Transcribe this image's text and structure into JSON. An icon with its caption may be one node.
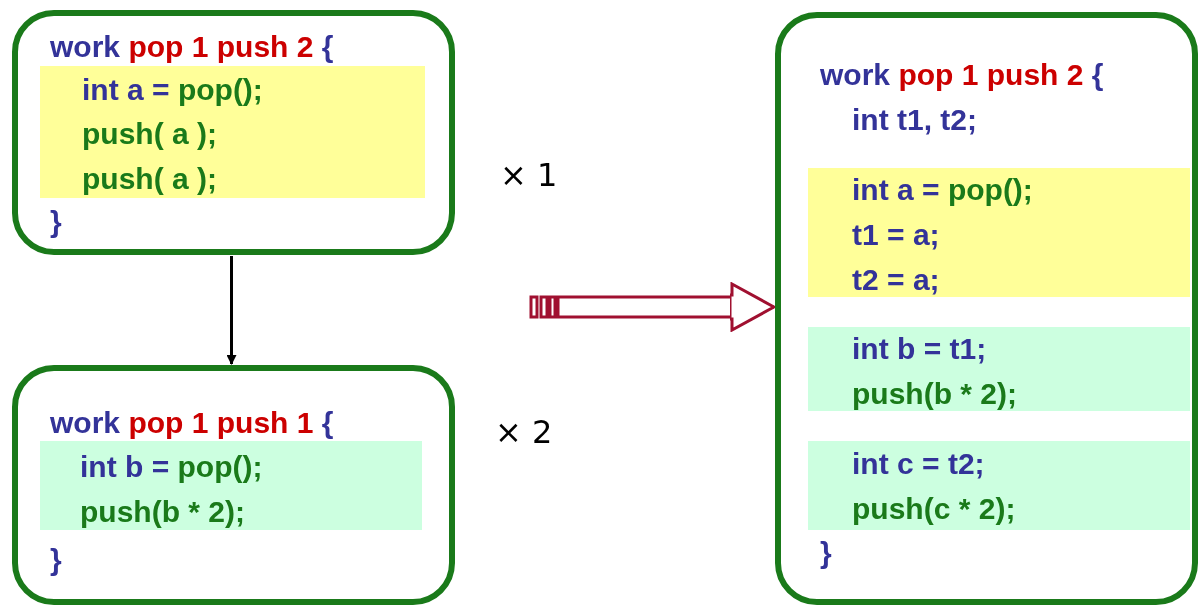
{
  "diagram": {
    "nodes": [
      {
        "text": [
          "work pop 1 push 2 {",
          "}"
        ],
        "beside": [
          "× 1"
        ]
      },
      {
        "text": [
          "int a = pop();",
          "push( a );",
          "push( a );"
        ],
        "in": 0
      },
      {
        "text": [
          "work pop 1 push 1 {",
          "}"
        ],
        "beside": [
          "× 2"
        ]
      },
      {
        "text": [
          "int b = pop();",
          "push(b * 2);"
        ],
        "in": 2
      },
      {
        "text": [
          "work pop 1 push 2 {",
          "int t1, t2;",
          "}"
        ]
      },
      {
        "text": [
          "int a = pop();",
          "t1 = a;",
          "t2 = a;"
        ],
        "in": 4
      },
      {
        "text": [
          "int b = t1;",
          "push(b * 2);"
        ],
        "in": 4
      },
      {
        "text": [
          "int c = t2;",
          "push(c * 2);"
        ],
        "in": 4
      }
    ],
    "edges": [
      {
        "from": 0,
        "to": 2,
        "arrow": "to"
      },
      {
        "from": null,
        "to": 4,
        "arrow": "to",
        "color": "#a01030"
      }
    ]
  }
}
